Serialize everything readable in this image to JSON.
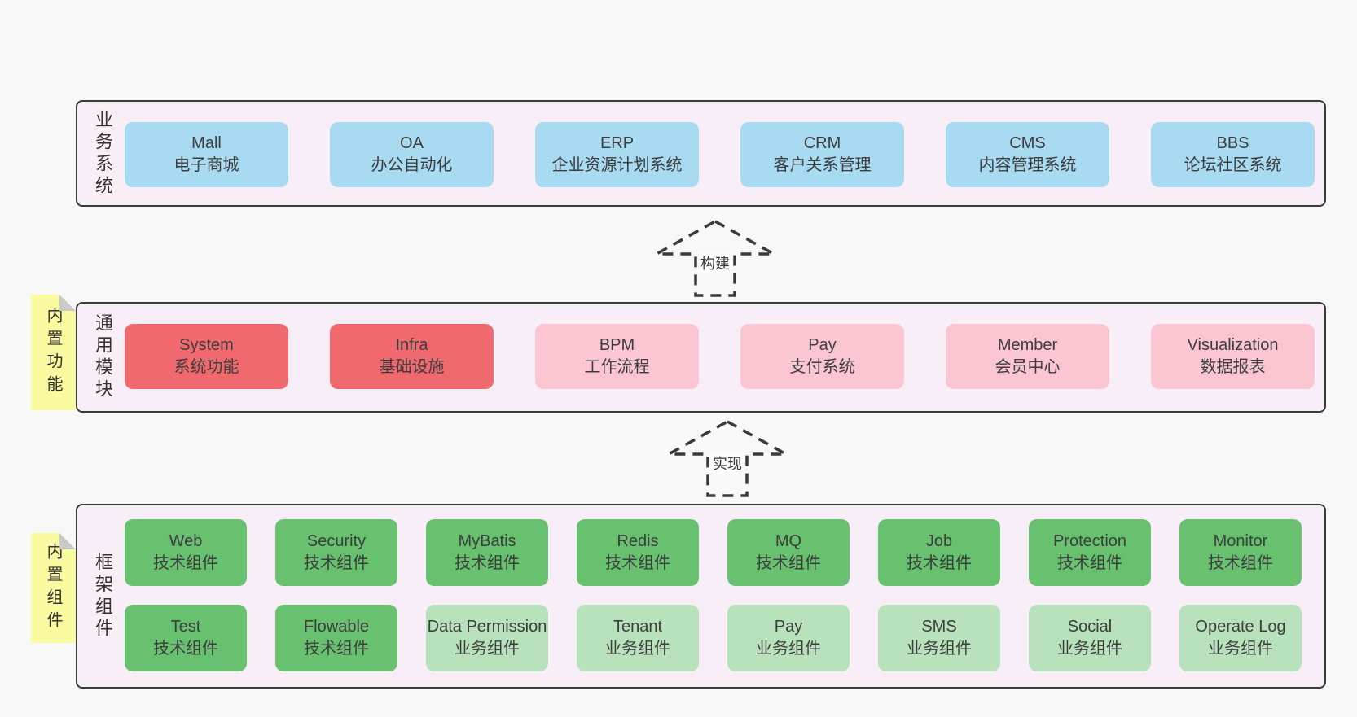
{
  "layers": {
    "business": {
      "label": "业务系统",
      "boxes": [
        {
          "en": "Mall",
          "zh": "电子商城"
        },
        {
          "en": "OA",
          "zh": "办公自动化"
        },
        {
          "en": "ERP",
          "zh": "企业资源计划系统"
        },
        {
          "en": "CRM",
          "zh": "客户关系管理"
        },
        {
          "en": "CMS",
          "zh": "内容管理系统"
        },
        {
          "en": "BBS",
          "zh": "论坛社区系统"
        }
      ]
    },
    "modules": {
      "label": "通用模块",
      "note": "内置功能",
      "boxes": [
        {
          "en": "System",
          "zh": "系统功能"
        },
        {
          "en": "Infra",
          "zh": "基础设施"
        },
        {
          "en": "BPM",
          "zh": "工作流程"
        },
        {
          "en": "Pay",
          "zh": "支付系统"
        },
        {
          "en": "Member",
          "zh": "会员中心"
        },
        {
          "en": "Visualization",
          "zh": "数据报表"
        }
      ]
    },
    "framework": {
      "label": "框架组件",
      "note": "内置组件",
      "row1": [
        {
          "en": "Web",
          "zh": "技术组件"
        },
        {
          "en": "Security",
          "zh": "技术组件"
        },
        {
          "en": "MyBatis",
          "zh": "技术组件"
        },
        {
          "en": "Redis",
          "zh": "技术组件"
        },
        {
          "en": "MQ",
          "zh": "技术组件"
        },
        {
          "en": "Job",
          "zh": "技术组件"
        },
        {
          "en": "Protection",
          "zh": "技术组件"
        },
        {
          "en": "Monitor",
          "zh": "技术组件"
        }
      ],
      "row2": [
        {
          "en": "Test",
          "zh": "技术组件"
        },
        {
          "en": "Flowable",
          "zh": "技术组件"
        },
        {
          "en": "Data Permission",
          "zh": "业务组件"
        },
        {
          "en": "Tenant",
          "zh": "业务组件"
        },
        {
          "en": "Pay",
          "zh": "业务组件"
        },
        {
          "en": "SMS",
          "zh": "业务组件"
        },
        {
          "en": "Social",
          "zh": "业务组件"
        },
        {
          "en": "Operate Log",
          "zh": "业务组件"
        }
      ]
    }
  },
  "arrows": {
    "build": "构建",
    "implement": "实现"
  },
  "colors": {
    "page_bg": "#f8f8f8",
    "layer_bg": "#f8eef7",
    "layer_border": "#3b3b3b",
    "blue_box": "#a8daf2",
    "red_box": "#ef696e",
    "pink_box": "#fbc6d1",
    "green_box": "#68c16f",
    "light_green_box": "#b8e2bb",
    "note_bg": "#fafaa0",
    "note_fold": "#c9c9ca",
    "text": "#3d3d3d"
  }
}
